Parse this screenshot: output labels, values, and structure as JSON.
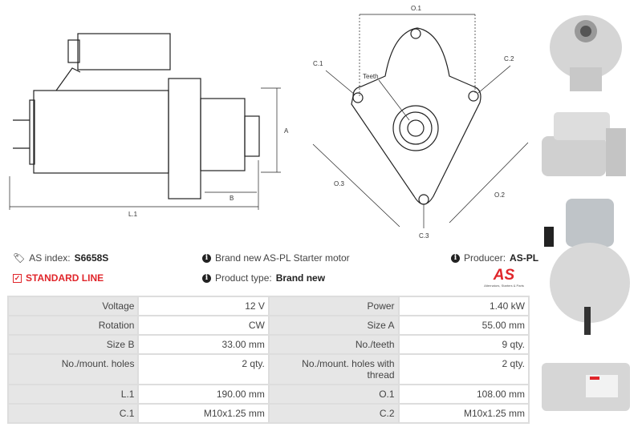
{
  "diagram": {
    "labels": {
      "a": "A",
      "b": "B",
      "l1": "L.1",
      "o1": "O.1",
      "o2": "O.2",
      "o3": "O.3",
      "c1": "C.1",
      "c2": "C.2",
      "c3": "C.3",
      "teeth": "Teeth"
    }
  },
  "info": {
    "as_index_label": "AS index:",
    "as_index_value": "S6658S",
    "standard_line": "STANDARD LINE",
    "description": "Brand new AS-PL Starter motor",
    "product_type_label": "Product type:",
    "product_type_value": "Brand new",
    "producer_label": "Producer:",
    "producer_value": "AS-PL",
    "logo_text": "AS",
    "logo_tagline": "Alternators, Starters & Parts"
  },
  "colors": {
    "accent": "#e0262b"
  },
  "specs": [
    [
      "Voltage",
      "12 V",
      "Power",
      "1.40 kW"
    ],
    [
      "Rotation",
      "CW",
      "Size A",
      "55.00 mm"
    ],
    [
      "Size B",
      "33.00 mm",
      "No./teeth",
      "9 qty."
    ],
    [
      "No./mount. holes",
      "2 qty.",
      "No./mount. holes with thread",
      "2 qty."
    ],
    [
      "L.1",
      "190.00 mm",
      "O.1",
      "108.00 mm"
    ],
    [
      "C.1",
      "M10x1.25 mm",
      "C.2",
      "M10x1.25 mm"
    ]
  ]
}
